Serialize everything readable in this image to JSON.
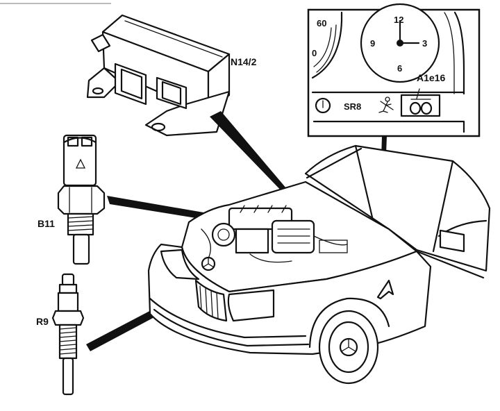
{
  "labels": {
    "relay": "N14/2",
    "sensor": "B11",
    "glow_plug": "R9",
    "indicator": "A1e16",
    "cluster_text": "SR8"
  },
  "gauge": {
    "tick_60": "60",
    "tick_0": "0"
  },
  "clock": {
    "n12": "12",
    "n3": "3",
    "n6": "6",
    "n9": "9"
  },
  "icons": [
    "relay-module",
    "temperature-sensor",
    "glow-plug",
    "instrument-cluster",
    "clock",
    "glow-indicator-lamp",
    "seatbelt-warning-icon",
    "car-front-view",
    "brand-star-emblem"
  ],
  "colors": {
    "line": "#111111",
    "background": "#ffffff"
  }
}
